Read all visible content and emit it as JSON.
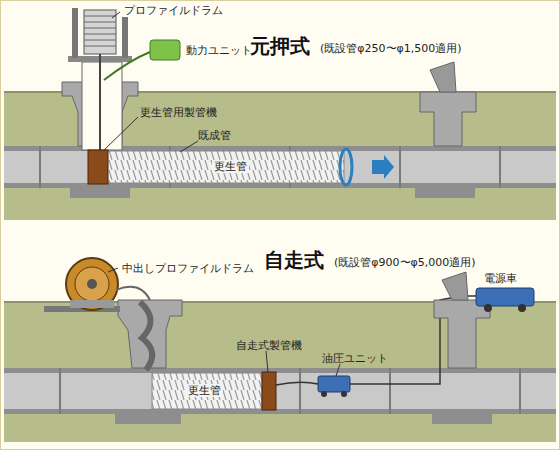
{
  "diagram": {
    "labels": [
      "プロファイルドラム",
      "動力ユニット",
      "元押式",
      "(既設管φ250〜φ1,500適用)",
      "更生管用製管機",
      "既成管",
      "更生管",
      "中出しプロファイルドラム",
      "自走式",
      "(既設管φ900〜φ5,000適用)",
      "電源車",
      "自走式製管機",
      "油圧ユニット",
      "更生管"
    ]
  }
}
